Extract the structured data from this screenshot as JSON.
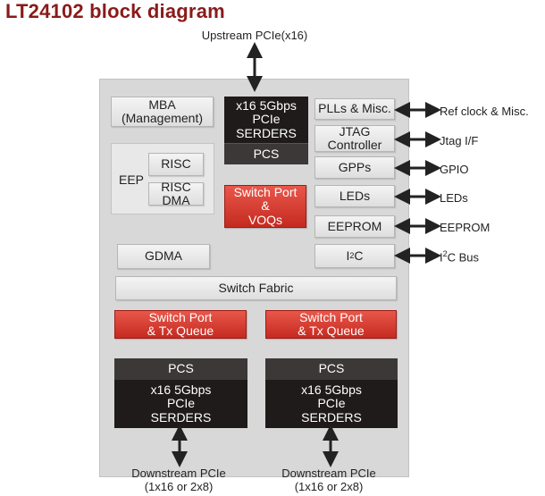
{
  "title": "LT24102 block diagram",
  "upstream_label": "Upstream PCIe(x16)",
  "blocks": {
    "mba": [
      "MBA",
      "(Management)"
    ],
    "serdes_top": [
      "x16 5Gbps",
      "PCIe",
      "SERDERS"
    ],
    "pcs_top": "PCS",
    "plls": "PLLs & Misc.",
    "jtag": [
      "JTAG",
      "Controller"
    ],
    "gpps": "GPPs",
    "leds": "LEDs",
    "eeprom": "EEPROM",
    "i2c": "I",
    "i2c_sup": "2",
    "i2c_suffix": "C",
    "eep": "EEP",
    "risc": "RISC",
    "risc_dma": "RISC DMA",
    "switch_port_voqs": [
      "Switch Port",
      "&",
      "VOQs"
    ],
    "gdma": "GDMA",
    "switch_fabric": "Switch Fabric",
    "switch_port_tx_left": [
      "Switch Port",
      "& Tx Queue"
    ],
    "switch_port_tx_right": [
      "Switch Port",
      "& Tx Queue"
    ],
    "pcs_left": "PCS",
    "pcs_right": "PCS",
    "serdes_left": [
      "x16 5Gbps",
      "PCIe",
      "SERDERS"
    ],
    "serdes_right": [
      "x16 5Gbps",
      "PCIe",
      "SERDERS"
    ]
  },
  "external_labels": {
    "ref_clock": "Ref clock & Misc.",
    "jtag_if": "Jtag I/F",
    "gpio": "GPIO",
    "leds": "LEDs",
    "eeprom": "EEPROM",
    "i2c_bus": "I",
    "i2c_bus_sup": "2",
    "i2c_bus_suffix": "C Bus"
  },
  "downstream_left": [
    "Downstream PCIe",
    "(1x16 or 2x8)"
  ],
  "downstream_right": [
    "Downstream PCIe",
    "(1x16 or 2x8)"
  ],
  "colors": {
    "title": "#8b1a1a",
    "chip_bg": "#d8d8d8",
    "red_block": "#d63a2f",
    "dark_block": "#1f1b1b"
  }
}
